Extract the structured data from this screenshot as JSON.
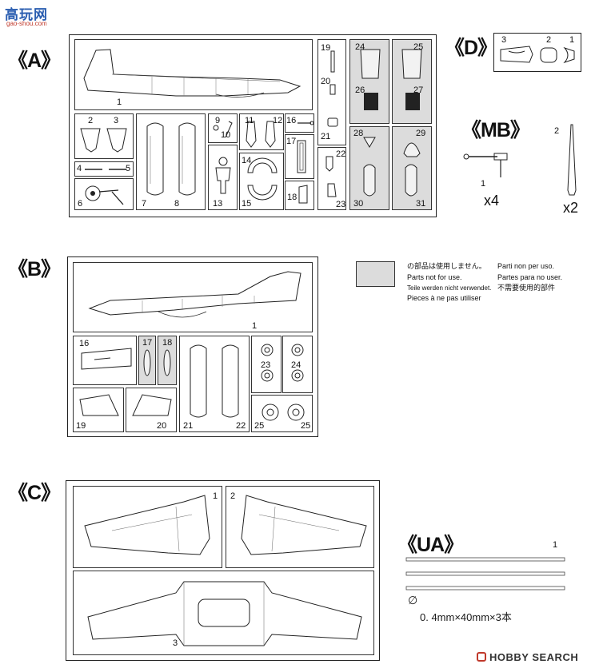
{
  "watermark_top": {
    "logo_text": "高玩网",
    "url": "gao-shou.com"
  },
  "sprue_A": {
    "label": "《A》",
    "numbers": [
      "1",
      "2",
      "3",
      "4",
      "5",
      "6",
      "7",
      "8",
      "9",
      "10",
      "11",
      "12",
      "13",
      "14",
      "15",
      "16",
      "17",
      "18",
      "19",
      "20",
      "21",
      "22",
      "23",
      "24",
      "25",
      "26",
      "27",
      "28",
      "29",
      "30",
      "31"
    ]
  },
  "sprue_D": {
    "label": "《D》",
    "numbers": [
      "3",
      "2",
      "1"
    ]
  },
  "sprue_MB": {
    "label": "《MB》",
    "part1": "1",
    "part1_qty": "x4",
    "part2": "2",
    "part2_qty": "x2"
  },
  "sprue_B": {
    "label": "《B》",
    "numbers": [
      "1",
      "16",
      "17",
      "18",
      "23",
      "24",
      "19",
      "20",
      "21",
      "22",
      "25",
      "25"
    ]
  },
  "legend": {
    "swatch_color": "#dcdcdc",
    "line1_left": "の部品は使用しません。",
    "line1_right": "Parti non per uso.",
    "line2_left": "Parts not for use.",
    "line2_right": "Partes para no user.",
    "line3_left": "Teile werden nicht verwendet.",
    "line3_right": "不需要使用的部件",
    "line4_left": "Pieces à ne pas utiliser"
  },
  "sprue_C": {
    "label": "《C》",
    "numbers": [
      "1",
      "2",
      "3"
    ]
  },
  "sprue_UA": {
    "label": "《UA》",
    "number": "1",
    "diameter_symbol": "∅",
    "spec": "0. 4mm×40mm×3本"
  },
  "watermark_bottom": {
    "text": "HOBBY SEARCH",
    "logo_color": "#c0392b"
  }
}
